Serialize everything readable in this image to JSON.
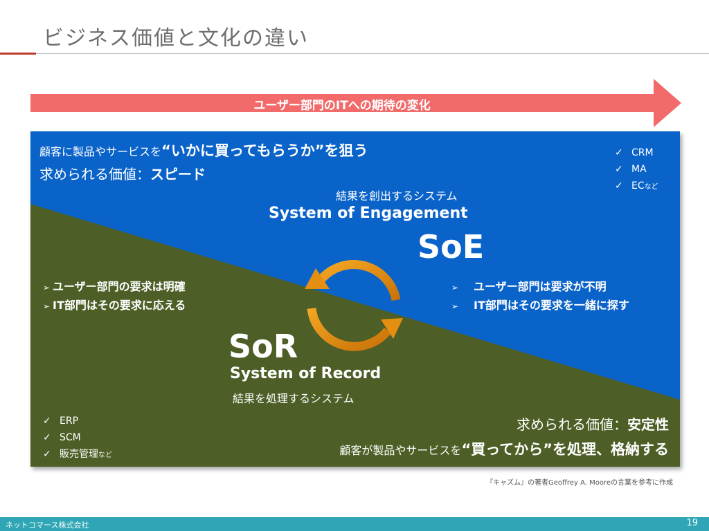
{
  "title": "ビジネス価値と文化の違い",
  "arrow_label": "ユーザー部門のITへの期待の変化",
  "soe": {
    "line1_prefix": "顧客に製品やサービスを",
    "line1_emph": "“いかに買ってもらうか”を狙う",
    "line2_prefix": "求められる価値：",
    "line2_emph": "スピード",
    "subtitle": "結果を創出するシステム",
    "english": "System of Engagement",
    "abbr": "SoE",
    "examples": [
      {
        "text": "CRM",
        "suffix": ""
      },
      {
        "text": "MA",
        "suffix": ""
      },
      {
        "text": "EC",
        "suffix": "など"
      }
    ],
    "bullets": [
      "ユーザー部門は要求が不明",
      "IT部門はその要求を一緒に探す"
    ]
  },
  "sor": {
    "bullets": [
      "ユーザー部門の要求は明確",
      "IT部門はその要求に応える"
    ],
    "abbr": "SoR",
    "english": "System of Record",
    "subtitle": "結果を処理するシステム",
    "examples": [
      {
        "text": "ERP",
        "suffix": ""
      },
      {
        "text": "SCM",
        "suffix": ""
      },
      {
        "text": "販売管理",
        "suffix": "など"
      }
    ],
    "line1_prefix": "求められる価値：",
    "line1_emph": "安定性",
    "line2_prefix": "顧客が製品やサービスを",
    "line2_emph": "“買ってから”を処理、格納する"
  },
  "source_note": "『キャズム』の著者Geoffrey A. Mooreの言葉を参考に作成",
  "footer": {
    "company": "ネットコマース株式会社",
    "page": "19"
  },
  "colors": {
    "soe_blue": "#0a63c9",
    "sor_green": "#4d5e26",
    "arrow_red": "#f26a6a",
    "footer_teal": "#2fa6b5",
    "cycle_orange": "#e58f12"
  }
}
